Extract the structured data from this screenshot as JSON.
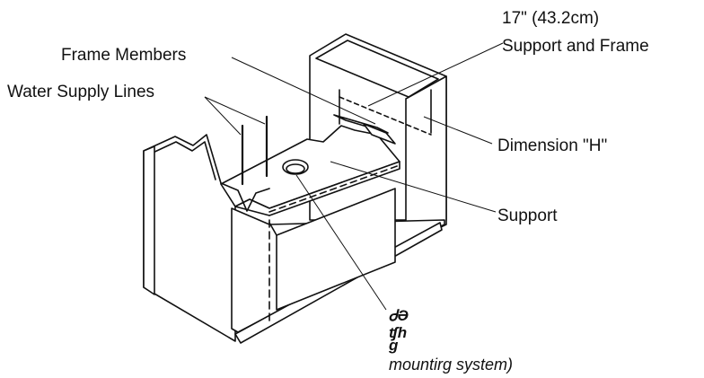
{
  "labels": {
    "dimension_17": "17\" (43.2cm)",
    "support_and_frame": "Support and Frame",
    "frame_members": "Frame Members",
    "water_supply_lines": "Water Supply Lines",
    "dimension_h": "Dimension \"H\"",
    "support": "Support",
    "garbled_1": "ᏧƏ",
    "garbled_2": "ʧh",
    "garbled_3": "ɡ",
    "mounting_system": "mountirg system)"
  },
  "colors": {
    "line": "#111111",
    "fill": "#ffffff"
  }
}
